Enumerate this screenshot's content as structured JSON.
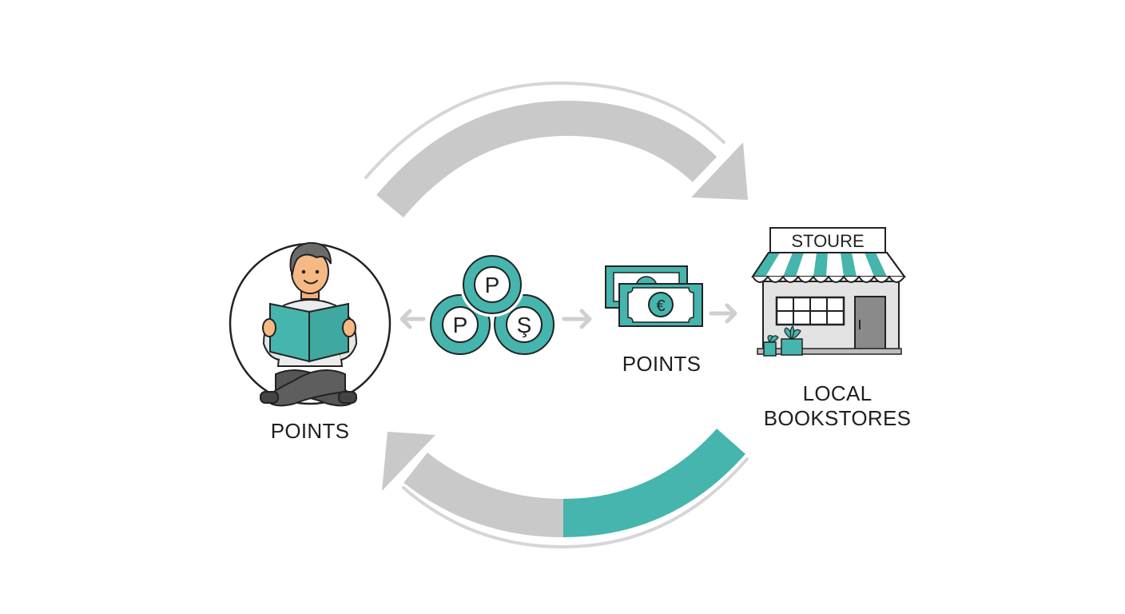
{
  "labels": {
    "reader": "POINTS",
    "cash": "POINTS",
    "store_line1": "LOCAL",
    "store_line2": "BOOKSTORES"
  },
  "coins": {
    "top": "P",
    "left": "P",
    "right": "Ş"
  },
  "banknote": {
    "symbol": "€"
  },
  "store": {
    "sign": "STOURE"
  },
  "colors": {
    "accent": "#45b5ad",
    "arrow_gray": "#c9c9c9",
    "outline": "#333333",
    "light_gray": "#d9d9d9"
  },
  "icons": {
    "reader": "person-reading-icon",
    "coins": "coins-icon",
    "banknotes": "banknotes-icon",
    "store": "storefront-icon"
  }
}
